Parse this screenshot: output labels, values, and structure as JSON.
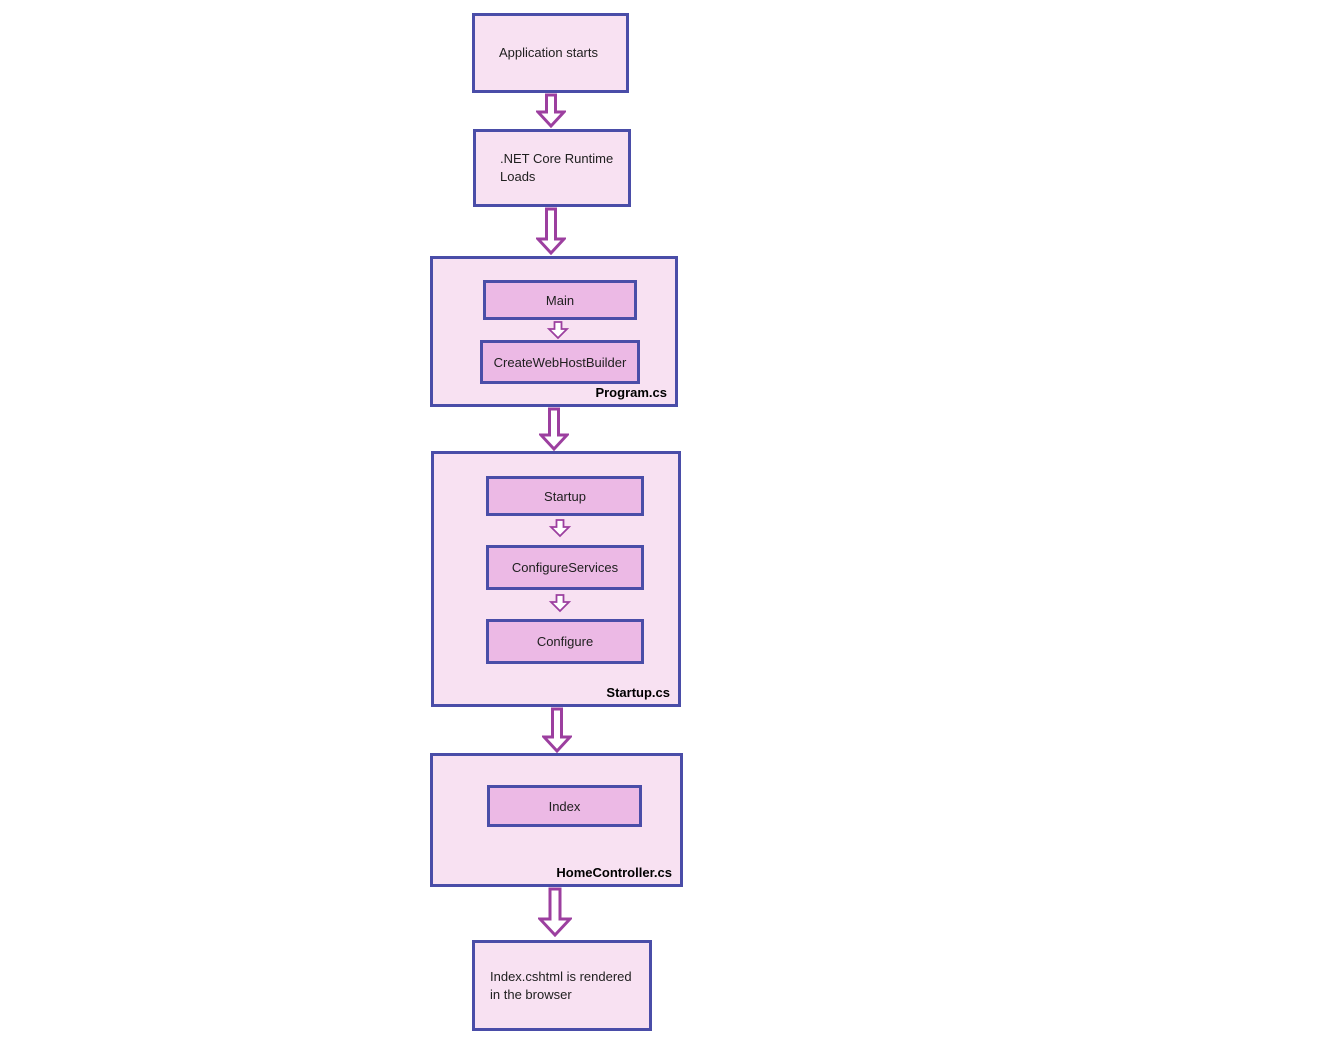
{
  "colors": {
    "box_border": "#4a4da8",
    "box_fill": "#f8e1f2",
    "step_fill": "#ecb9e5",
    "arrow_stroke": "#9c3f9f",
    "arrow_fill": "#ffffff",
    "text": "#202020"
  },
  "nodes": {
    "application_starts": {
      "label": "Application starts"
    },
    "runtime_loads": {
      "lines": [
        ".NET Core Runtime",
        "Loads"
      ]
    },
    "program": {
      "title": "Program.cs",
      "steps": [
        "Main",
        "CreateWebHostBuilder"
      ]
    },
    "startup": {
      "title": "Startup.cs",
      "steps": [
        "Startup",
        "ConfigureServices",
        "Configure"
      ]
    },
    "home_controller": {
      "title": "HomeController.cs",
      "steps": [
        "Index"
      ]
    },
    "rendered": {
      "lines": [
        "Index.cshtml is rendered",
        "in the browser"
      ]
    }
  }
}
